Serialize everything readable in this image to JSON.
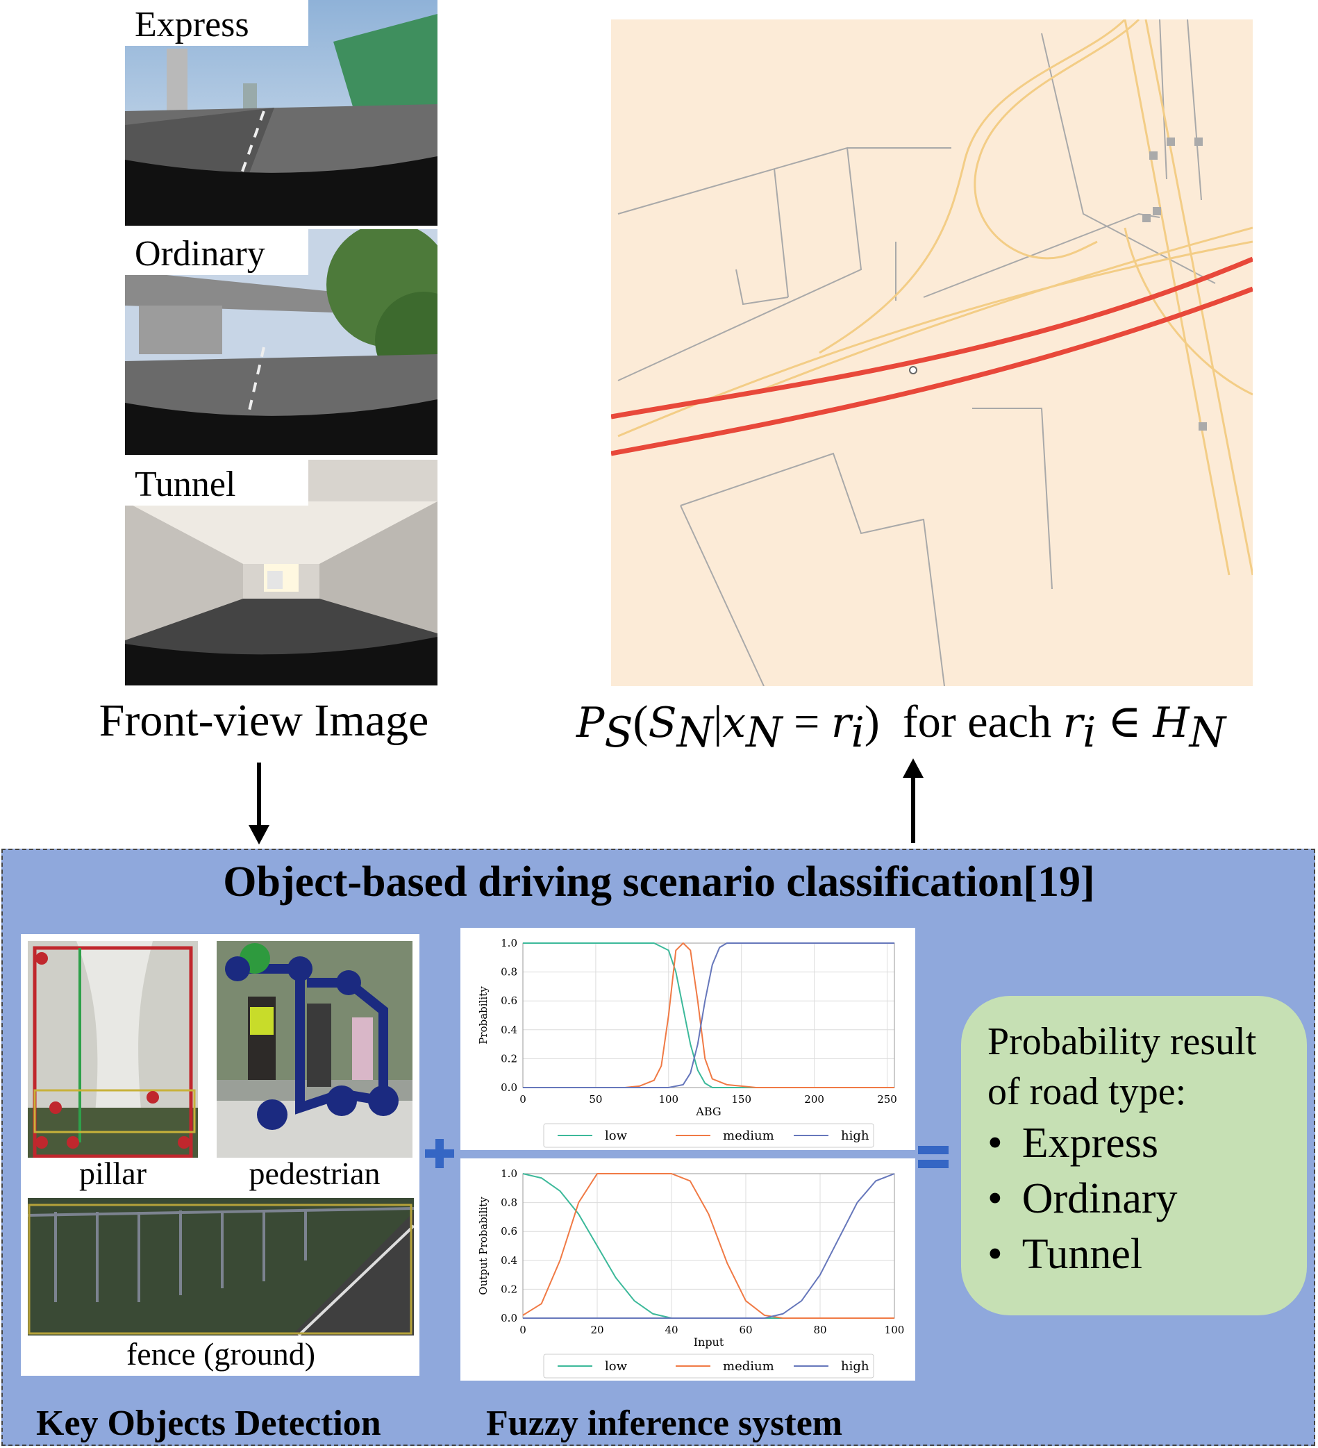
{
  "front_view": {
    "photos": [
      {
        "label": "Express"
      },
      {
        "label": "Ordinary"
      },
      {
        "label": "Tunnel"
      }
    ],
    "caption": "Front-view Image"
  },
  "map": {
    "formula_lhs": "P",
    "formula_sub_s": "S",
    "formula_s": "S",
    "formula_sub_n": "N",
    "formula_x": "x",
    "formula_eq": "=",
    "formula_r": "r",
    "formula_sub_i": "i",
    "formula_text": "for each",
    "formula_in": "∈",
    "formula_h": "H"
  },
  "panel": {
    "title": "Object-based driving scenario classification[19]",
    "objects": {
      "pillar": "pillar",
      "pedestrian": "pedestrian",
      "fence": "fence (ground)"
    },
    "footer_left": "Key Objects Detection",
    "footer_right": "Fuzzy inference system",
    "result": {
      "heading": "Probability result of road type:",
      "items": [
        "Express",
        "Ordinary",
        "Tunnel"
      ]
    }
  },
  "chart_data": [
    {
      "type": "line",
      "xlabel": "ABG",
      "ylabel": "Probability",
      "xlim": [
        0,
        255
      ],
      "ylim": [
        0,
        1.0
      ],
      "xticks": [
        0,
        50,
        100,
        150,
        200,
        250
      ],
      "yticks": [
        0.0,
        0.2,
        0.4,
        0.6,
        0.8,
        1.0
      ],
      "grid": true,
      "legend_position": "bottom",
      "series": [
        {
          "name": "low",
          "color": "#3cb99a",
          "x": [
            0,
            90,
            100,
            105,
            110,
            115,
            120,
            125,
            130,
            140,
            255
          ],
          "values": [
            1.0,
            1.0,
            0.95,
            0.8,
            0.55,
            0.3,
            0.12,
            0.03,
            0.0,
            0.0,
            0.0
          ]
        },
        {
          "name": "medium",
          "color": "#f07a45",
          "x": [
            0,
            70,
            80,
            90,
            95,
            100,
            105,
            110,
            115,
            120,
            125,
            130,
            140,
            150,
            160,
            255
          ],
          "values": [
            0.0,
            0.0,
            0.01,
            0.05,
            0.15,
            0.5,
            0.95,
            1.0,
            0.95,
            0.6,
            0.2,
            0.06,
            0.02,
            0.01,
            0.0,
            0.0
          ]
        },
        {
          "name": "high",
          "color": "#6677bb",
          "x": [
            0,
            100,
            110,
            115,
            120,
            125,
            130,
            135,
            140,
            150,
            255
          ],
          "values": [
            0.0,
            0.0,
            0.02,
            0.1,
            0.3,
            0.6,
            0.85,
            0.97,
            1.0,
            1.0,
            1.0
          ]
        }
      ]
    },
    {
      "type": "line",
      "xlabel": "Input",
      "ylabel": "Output Probability",
      "xlim": [
        0,
        100
      ],
      "ylim": [
        0,
        1.0
      ],
      "xticks": [
        0,
        20,
        40,
        60,
        80,
        100
      ],
      "yticks": [
        0.0,
        0.2,
        0.4,
        0.6,
        0.8,
        1.0
      ],
      "grid": true,
      "legend_position": "bottom",
      "series": [
        {
          "name": "low",
          "color": "#3cb99a",
          "x": [
            0,
            5,
            10,
            15,
            20,
            25,
            30,
            35,
            40,
            100
          ],
          "values": [
            1.0,
            0.97,
            0.88,
            0.72,
            0.5,
            0.28,
            0.12,
            0.03,
            0.0,
            0.0
          ]
        },
        {
          "name": "medium",
          "color": "#f07a45",
          "x": [
            0,
            5,
            10,
            15,
            20,
            40,
            45,
            50,
            55,
            60,
            65,
            70,
            100
          ],
          "values": [
            0.02,
            0.1,
            0.4,
            0.8,
            1.0,
            1.0,
            0.95,
            0.72,
            0.38,
            0.12,
            0.02,
            0.0,
            0.0
          ]
        },
        {
          "name": "high",
          "color": "#6677bb",
          "x": [
            0,
            65,
            70,
            75,
            80,
            85,
            90,
            95,
            100
          ],
          "values": [
            0.0,
            0.0,
            0.03,
            0.12,
            0.3,
            0.55,
            0.8,
            0.95,
            1.0
          ]
        }
      ]
    }
  ]
}
